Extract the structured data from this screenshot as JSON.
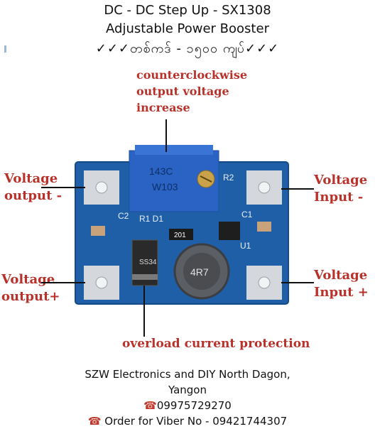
{
  "header": {
    "line1": "DC - DC Step Up - SX1308",
    "line2": "Adjustable Power Booster",
    "line3": "✓✓✓တစ်ကဒ် - ၁၅၀၀ ကျပ်✓✓✓"
  },
  "annotations": {
    "pot": [
      "counterclockwise",
      "output voltage",
      "increase"
    ],
    "output_minus": [
      "Voltage",
      "output -"
    ],
    "output_plus": [
      "Voltage",
      "output+"
    ],
    "input_minus": [
      "Voltage",
      "Input -"
    ],
    "input_plus": [
      "Voltage",
      "Input +"
    ],
    "diode": "overload current protection"
  },
  "board": {
    "pot_code": [
      "143C",
      "W103"
    ],
    "silk_r2": "R2",
    "silk_c2": "C2",
    "silk_r1d1": "R1 D1",
    "silk_c1": "C1",
    "silk_u1": "U1",
    "resistor_code": "201",
    "diode_code": "SS34",
    "inductor_code": "4R7"
  },
  "footer": {
    "line1": "SZW Electronics and DIY North Dagon,",
    "line2": "Yangon",
    "phone_icon": "☎",
    "phone": "09975729270",
    "viber": "Order for Viber No - 09421744307"
  },
  "colors": {
    "pcb": "#1f5fa8",
    "annotation": "#b8322b",
    "pot": "#2a63c4"
  }
}
